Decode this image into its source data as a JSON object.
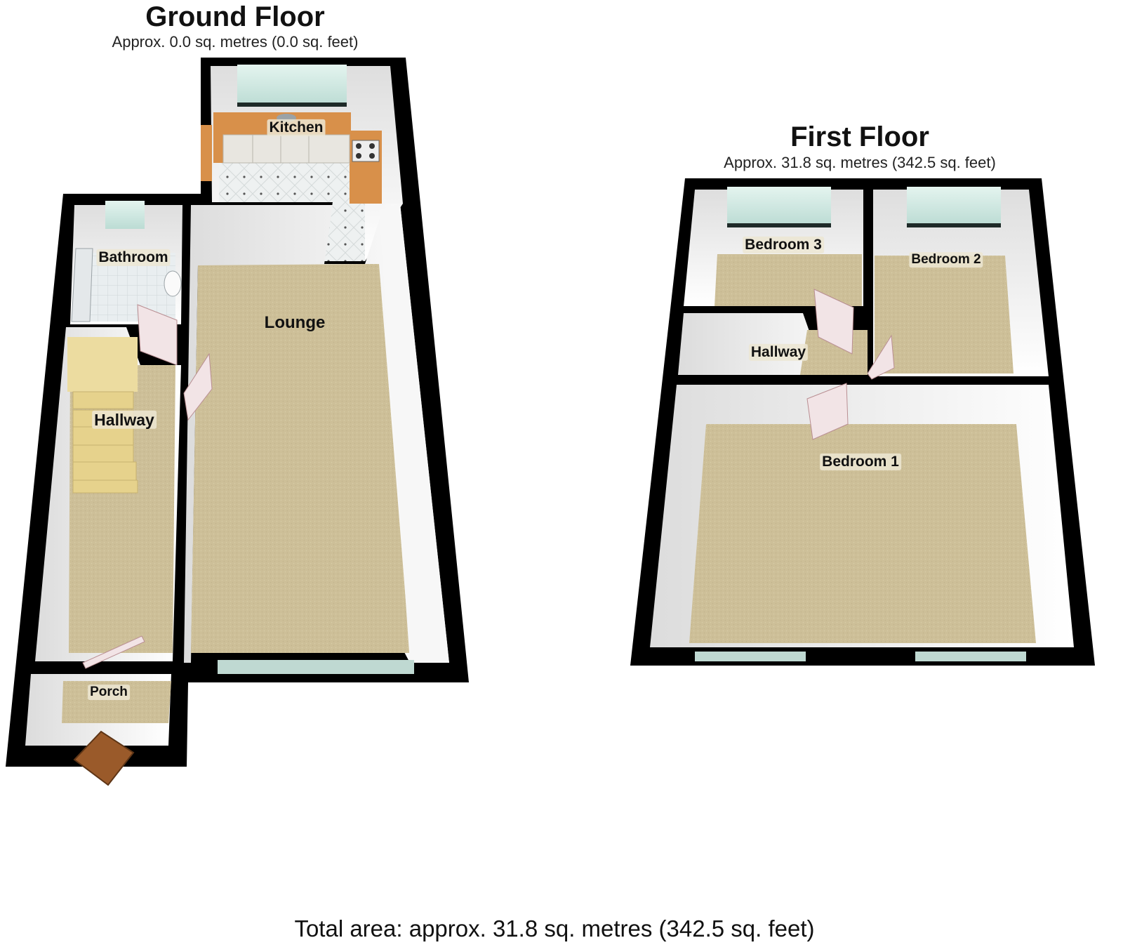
{
  "ground_floor": {
    "title": "Ground Floor",
    "area": "Approx. 0.0 sq. metres (0.0 sq. feet)",
    "rooms": {
      "kitchen": "Kitchen",
      "bathroom": "Bathroom",
      "lounge": "Lounge",
      "hallway": "Hallway",
      "porch": "Porch"
    }
  },
  "first_floor": {
    "title": "First Floor",
    "area": "Approx. 31.8 sq. metres (342.5 sq. feet)",
    "rooms": {
      "bedroom_3": "Bedroom 3",
      "bedroom_2": "Bedroom 2",
      "hallway": "Hallway",
      "bedroom_1": "Bedroom 1"
    }
  },
  "total_area": "Total area: approx. 31.8 sq. metres (342.5 sq. feet)",
  "colors": {
    "wall": "#000000",
    "inner_wall": "#f2f2f2",
    "carpet": "#cdbf98",
    "window": "#cfe9e2",
    "kitchen_worktop": "#d8904a",
    "tiles": "#eef1f1",
    "door": "#f2e4e6",
    "front_door": "#9a5a2a",
    "stairs": "#e6d28c"
  },
  "icons": [
    "door-icon",
    "front-door-icon",
    "window-icon",
    "stairs-icon",
    "toilet-icon",
    "bath-icon",
    "hob-icon",
    "sink-icon"
  ]
}
